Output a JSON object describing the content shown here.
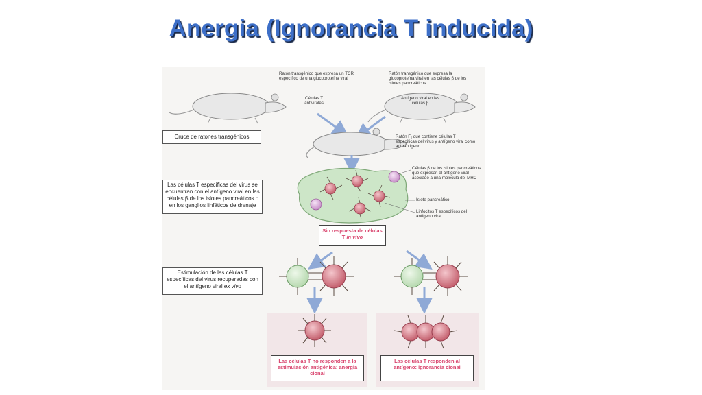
{
  "slide": {
    "title": "Anergia (Ignorancia T inducida)"
  },
  "figure": {
    "mouse1_caption": "Ratón transgénico que expresa un TCR específico de una glucoproteína viral",
    "mouse1_label": "Células T antivirales",
    "mouse2_caption": "Ratón transgénico que expresa la glucoproteína viral en las células β de los islotes pancreáticos",
    "mouse2_label": "Antígeno viral en las células β",
    "f1_caption": "Ratón F₁ que contiene células T específicas del virus y antígeno viral como autoantígeno",
    "beta_caption": "Células β de los islotes pancreáticos que expresan el antígeno viral asociado a una molécula del MHC",
    "islet_caption": "Islote pancreático",
    "lymph_caption": "Linfocitos T específicos del antígeno viral",
    "side_box_1": "Cruce de ratones transgénicos",
    "side_box_2": "Las células T específicas del virus se encuentran con el antígeno viral en las células β de los islotes pancreáticos o en los ganglios linfáticos de drenaje",
    "side_box_3_main": "Estimulación de las células T específicas del virus recuperadas con el antígeno viral",
    "side_box_3_ital": "ex vivo",
    "no_response_main": "Sin respuesta de células T",
    "no_response_ital": "in vivo",
    "result_left": "Las células T no responden a la estimulación antigénica: anergia clonal",
    "result_right": "Las células T responden al antígeno: ignorancia clonal"
  },
  "colors": {
    "title": "#3d6fc8",
    "arrow": "#8fa9d6",
    "islet": "#cde6c8",
    "tcell": "#d98a94",
    "beta": "#d8a5d8",
    "highlight": "#d9466f"
  }
}
